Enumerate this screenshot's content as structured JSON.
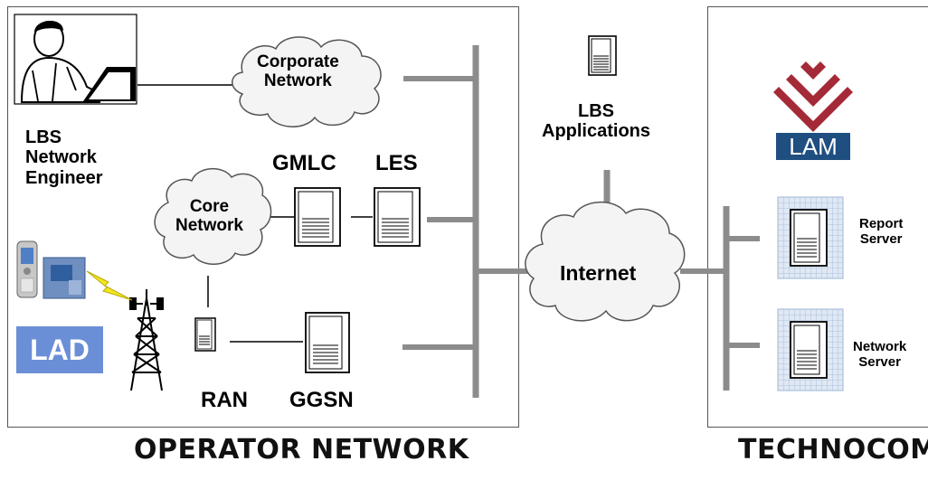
{
  "operator": {
    "section_title": "OPERATOR NETWORK",
    "engineer_label": "LBS\nNetwork\nEngineer",
    "corporate_network_label": "Corporate\nNetwork",
    "core_network_label": "Core\nNetwork",
    "gmlc_label": "GMLC",
    "les_label": "LES",
    "ran_label": "RAN",
    "ggsn_label": "GGSN",
    "lad_label": "LAD"
  },
  "middle": {
    "lbs_applications_label": "LBS\nApplications",
    "internet_label": "Internet"
  },
  "technocom": {
    "section_title": "TECHNOCOM",
    "lam_label": "LAM",
    "report_server_label": "Report\nServer",
    "network_server_label": "Network\nServer"
  },
  "colors": {
    "line_gray": "#8c8c8c",
    "lad_blue": "#6b8fd6",
    "lam_red": "#a52a38",
    "lam_blue": "#1f4e80",
    "grid_blue": "#c9d7ea"
  }
}
